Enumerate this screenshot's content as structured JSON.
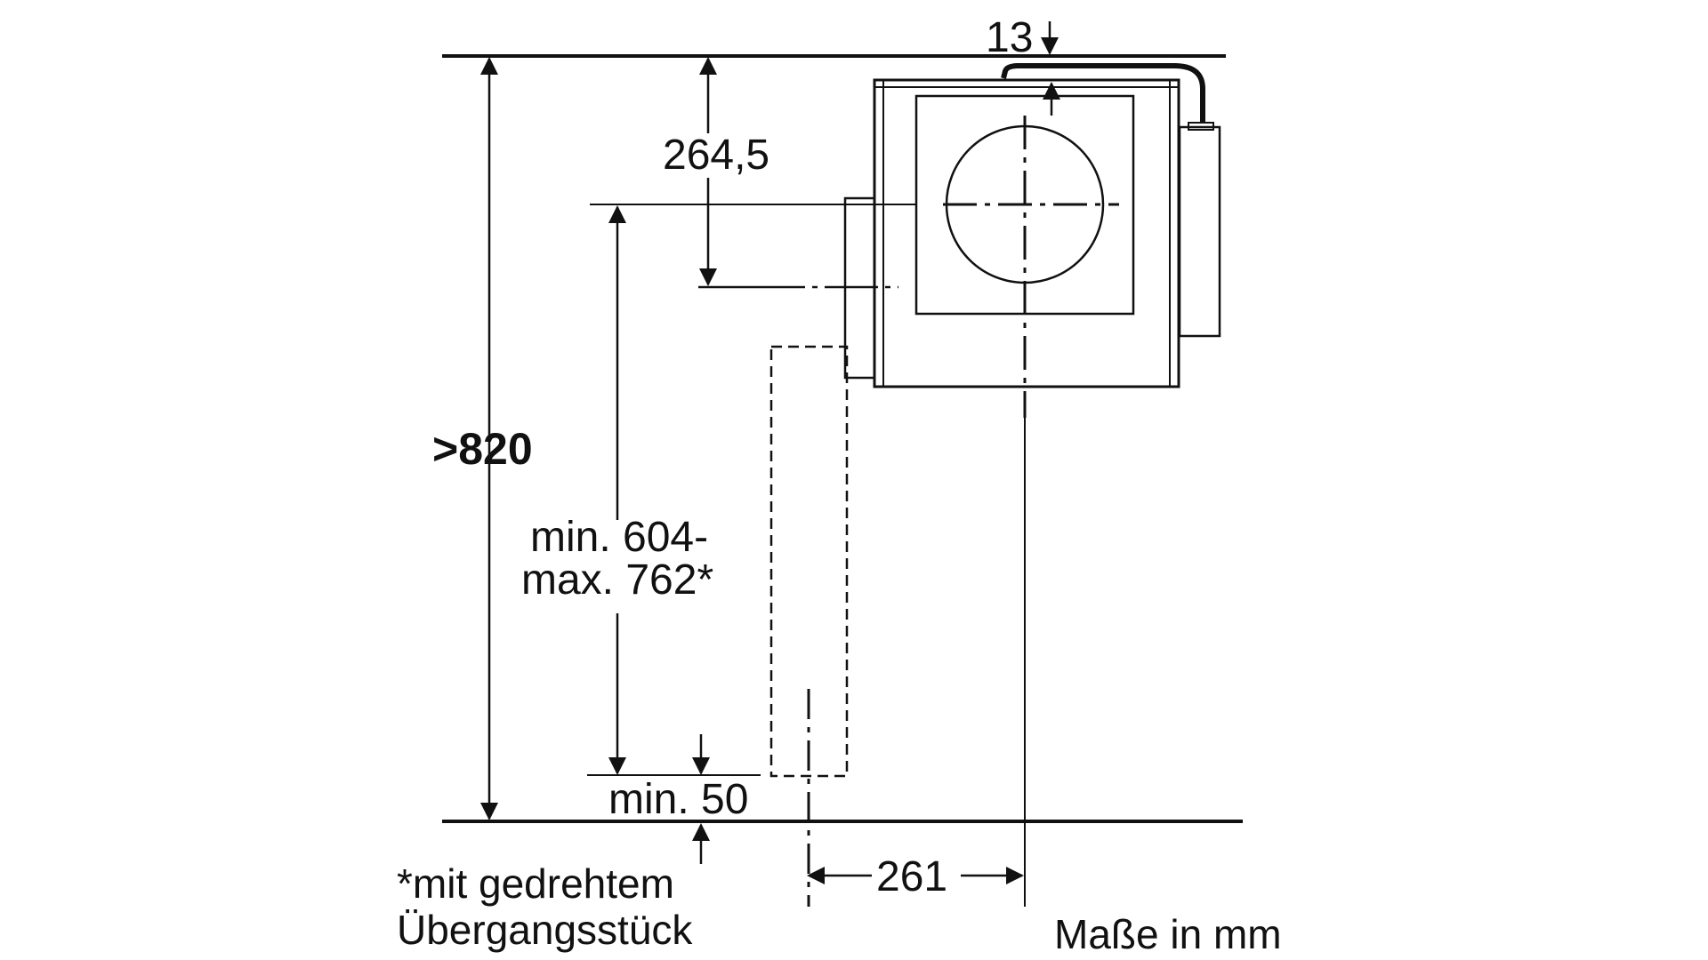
{
  "dimensions": {
    "top_gap": "13",
    "upper_offset": "264,5",
    "total_height": ">820",
    "adjust_range_line1": "min. 604-",
    "adjust_range_line2": "max. 762*",
    "bottom_min": "min. 50",
    "horizontal_offset": "261"
  },
  "footnote": {
    "line1": "*mit gedrehtem",
    "line2": "Übergangsstück"
  },
  "units_note": "Maße in mm"
}
